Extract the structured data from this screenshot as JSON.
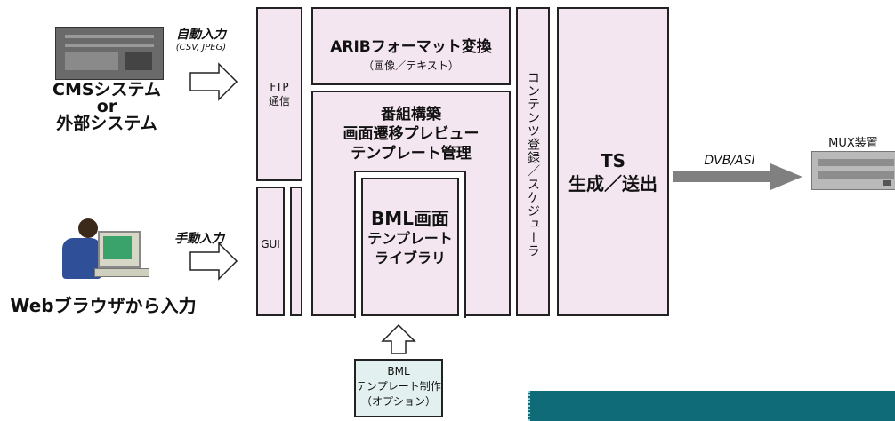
{
  "sources": {
    "cms_line1": "CMSシステム",
    "cms_line2": "or",
    "cms_line3": "外部システム",
    "auto_input": "自動入力",
    "auto_input_formats": "(CSV, JPEG)",
    "web_label": "Webブラウザから入力",
    "manual_input": "手動入力"
  },
  "blocks": {
    "ftp_line1": "FTP",
    "ftp_line2": "通信",
    "gui": "GUI",
    "arib_title": "ARIBフォーマット変換",
    "arib_sub": "（画像／テキスト）",
    "program_line1": "番組構築",
    "program_line2": "画面遷移プレビュー",
    "program_line3": "テンプレート管理",
    "bml_line1": "BML画面",
    "bml_line2": "テンプレート",
    "bml_line3": "ライブラリ",
    "content_register": "コンテンツ登録／スケジューラ",
    "ts_line1": "TS",
    "ts_line2": "生成／送出"
  },
  "output": {
    "dvb_asi": "DVB/ASI",
    "mux": "MUX装置"
  },
  "option": {
    "line1": "BML",
    "line2": "テンプレート制作",
    "line3": "（オプション）"
  },
  "colors": {
    "block_fill": "#f4e6f0",
    "option_fill": "#e3f0f0",
    "teal_banner": "#0f6b78",
    "arrow_gray": "#808080"
  }
}
